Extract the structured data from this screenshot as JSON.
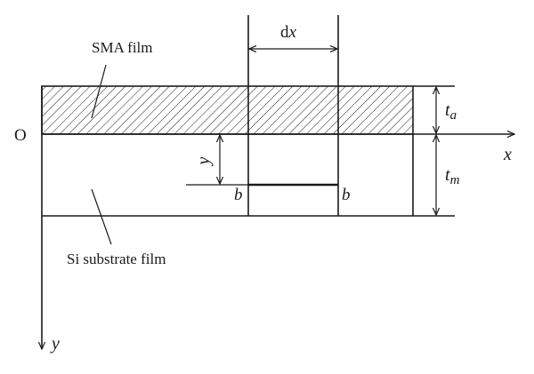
{
  "labels": {
    "film": "SMA film",
    "substrate": "Si substrate film",
    "origin": "O",
    "x_axis": "x",
    "y_axis": "y",
    "dx_d": "d",
    "dx_x": "x",
    "y_dim": "y",
    "b_left": "b",
    "b_right": "b",
    "ta_t": "t",
    "ta_sub": "a",
    "tm_t": "t",
    "tm_sub": "m"
  }
}
